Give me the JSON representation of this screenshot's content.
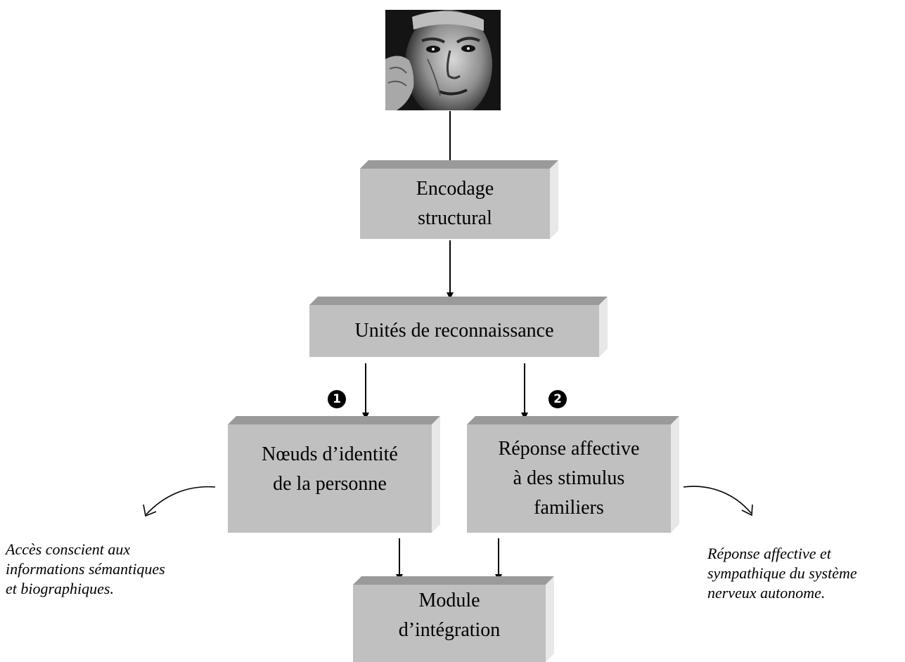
{
  "boxes": {
    "encodage": [
      "Encodage",
      "structural"
    ],
    "unites": [
      "Unités de reconnaissance"
    ],
    "noeuds": [
      "Nœuds d’identité",
      "de la personne"
    ],
    "reponse": [
      "Réponse affective",
      "à des stimulus",
      "familiers"
    ],
    "module": [
      "Module",
      "d’intégration"
    ]
  },
  "notes": {
    "left": [
      "Accès conscient aux",
      "informations sémantiques",
      "et biographiques."
    ],
    "right": [
      "Réponse affective et",
      "sympathique du système",
      "nerveux autonome."
    ]
  },
  "markers": {
    "one": "1",
    "two": "2"
  },
  "colors": {
    "box_face": "#c0c0c0",
    "box_top": "#9a9a9a",
    "box_side": "#e8e8e8"
  },
  "photo_icon": "face-photo-icon"
}
